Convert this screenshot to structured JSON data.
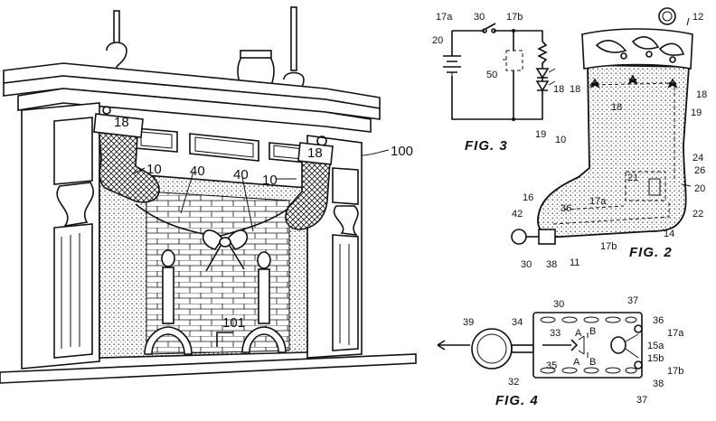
{
  "fig1": {
    "labels": {
      "ref_100": "100",
      "ref_101": "101",
      "ref_18_left": "18",
      "ref_18_right": "18",
      "ref_10_left": "10",
      "ref_10_right": "10",
      "ref_40_left": "40",
      "ref_40_right": "40"
    }
  },
  "fig2": {
    "caption": "FIG. 2",
    "labels": {
      "ref_12": "12",
      "ref_18a": "18",
      "ref_18b": "18",
      "ref_18c": "18",
      "ref_19": "19",
      "ref_10": "10",
      "ref_24": "24",
      "ref_26": "26",
      "ref_20": "20",
      "ref_21": "21",
      "ref_22": "22",
      "ref_17a": "17a",
      "ref_16": "16",
      "ref_42": "42",
      "ref_36": "36",
      "ref_30": "30",
      "ref_38": "38",
      "ref_11": "11",
      "ref_17b": "17b",
      "ref_14": "14"
    }
  },
  "fig3": {
    "caption": "FIG. 3",
    "labels": {
      "ref_17a": "17a",
      "ref_30": "30",
      "ref_17b": "17b",
      "ref_20": "20",
      "ref_50": "50",
      "ref_18": "18",
      "ref_19": "19"
    }
  },
  "fig4": {
    "caption": "FIG. 4",
    "labels": {
      "ref_30": "30",
      "ref_37_top": "37",
      "ref_37_bottom": "37",
      "ref_39": "39",
      "ref_34": "34",
      "ref_33": "33",
      "ref_A_top": "A",
      "ref_B_top": "B",
      "ref_A_bottom": "A",
      "ref_B_bottom": "B",
      "ref_35": "35",
      "ref_32": "32",
      "ref_36": "36",
      "ref_17a": "17a",
      "ref_15a": "15a",
      "ref_15b": "15b",
      "ref_17b": "17b",
      "ref_38": "38"
    }
  }
}
